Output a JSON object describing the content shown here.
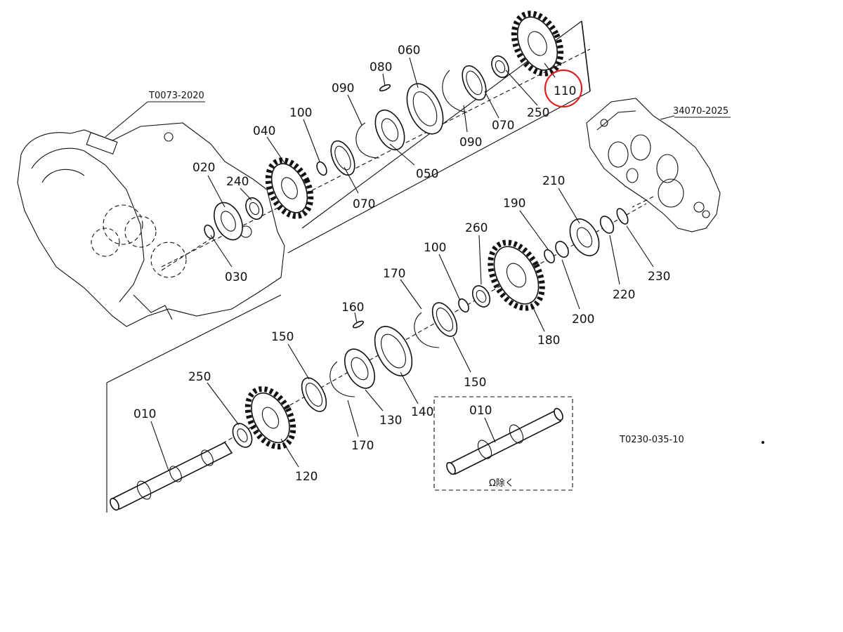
{
  "references": {
    "housing_left": "T0073-2020",
    "housing_right": "34070-2025",
    "drawing_code": "T0230-035-10",
    "variant_note": "Ω除く"
  },
  "highlight_color": "#e02020",
  "labels": {
    "p010": "010",
    "p010b": "010",
    "p020": "020",
    "p030": "030",
    "p040": "040",
    "p050": "050",
    "p060": "060",
    "p070a": "070",
    "p070b": "070",
    "p080": "080",
    "p090a": "090",
    "p090b": "090",
    "p100a": "100",
    "p100b": "100",
    "p110": "110",
    "p120": "120",
    "p130": "130",
    "p140": "140",
    "p150a": "150",
    "p150b": "150",
    "p160": "160",
    "p170a": "170",
    "p170b": "170",
    "p180": "180",
    "p190": "190",
    "p200": "200",
    "p210": "210",
    "p220": "220",
    "p230": "230",
    "p240": "240",
    "p250a": "250",
    "p250b": "250",
    "p260": "260"
  }
}
